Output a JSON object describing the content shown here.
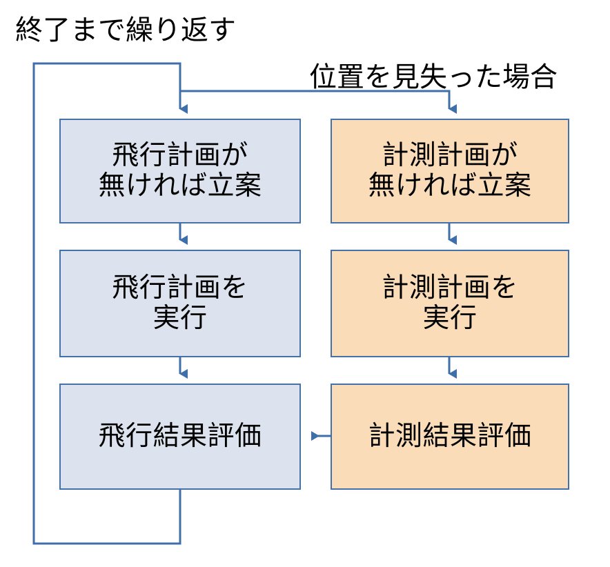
{
  "diagram": {
    "title_labels": {
      "loop": "終了まで繰り返す",
      "lost_position": "位置を見失った場合"
    },
    "colors": {
      "flight_fill": "#dce3ef",
      "survey_fill": "#fbdcb8",
      "border": "#4472a8",
      "connector": "#3f6fa8",
      "text": "#000000",
      "background": "#ffffff"
    },
    "columns": [
      {
        "id": "flight",
        "name": "飛行"
      },
      {
        "id": "survey",
        "name": "計測"
      }
    ],
    "nodes": [
      {
        "id": "flight-plan",
        "column": "flight",
        "row": 1,
        "text": "飛行計画が\n無ければ立案"
      },
      {
        "id": "flight-exec",
        "column": "flight",
        "row": 2,
        "text": "飛行計画を\n実行"
      },
      {
        "id": "flight-eval",
        "column": "flight",
        "row": 3,
        "text": "飛行結果評価"
      },
      {
        "id": "survey-plan",
        "column": "survey",
        "row": 1,
        "text": "計測計画が\n無ければ立案"
      },
      {
        "id": "survey-exec",
        "column": "survey",
        "row": 2,
        "text": "計測計画を\n実行"
      },
      {
        "id": "survey-eval",
        "column": "survey",
        "row": 3,
        "text": "計測結果評価"
      }
    ],
    "edges": [
      {
        "id": "edge-loop-to-flight-plan",
        "from": "flight-eval",
        "to": "flight-plan",
        "label": "終了まで繰り返す",
        "style": "feedback-loop",
        "arrow": "down"
      },
      {
        "id": "edge-branch-to-survey-plan",
        "from": "flight-plan",
        "to": "survey-plan",
        "label": "位置を見失った場合",
        "style": "branch",
        "arrow": "down"
      },
      {
        "id": "edge-flight-plan-exec",
        "from": "flight-plan",
        "to": "flight-exec",
        "label": "",
        "style": "straight",
        "arrow": "down"
      },
      {
        "id": "edge-flight-exec-eval",
        "from": "flight-exec",
        "to": "flight-eval",
        "label": "",
        "style": "straight",
        "arrow": "down"
      },
      {
        "id": "edge-survey-plan-exec",
        "from": "survey-plan",
        "to": "survey-exec",
        "label": "",
        "style": "straight",
        "arrow": "down"
      },
      {
        "id": "edge-survey-exec-eval",
        "from": "survey-exec",
        "to": "survey-eval",
        "label": "",
        "style": "straight",
        "arrow": "down"
      },
      {
        "id": "edge-survey-eval-to-flight-eval",
        "from": "survey-eval",
        "to": "flight-eval",
        "label": "",
        "style": "straight",
        "arrow": "left"
      }
    ]
  }
}
